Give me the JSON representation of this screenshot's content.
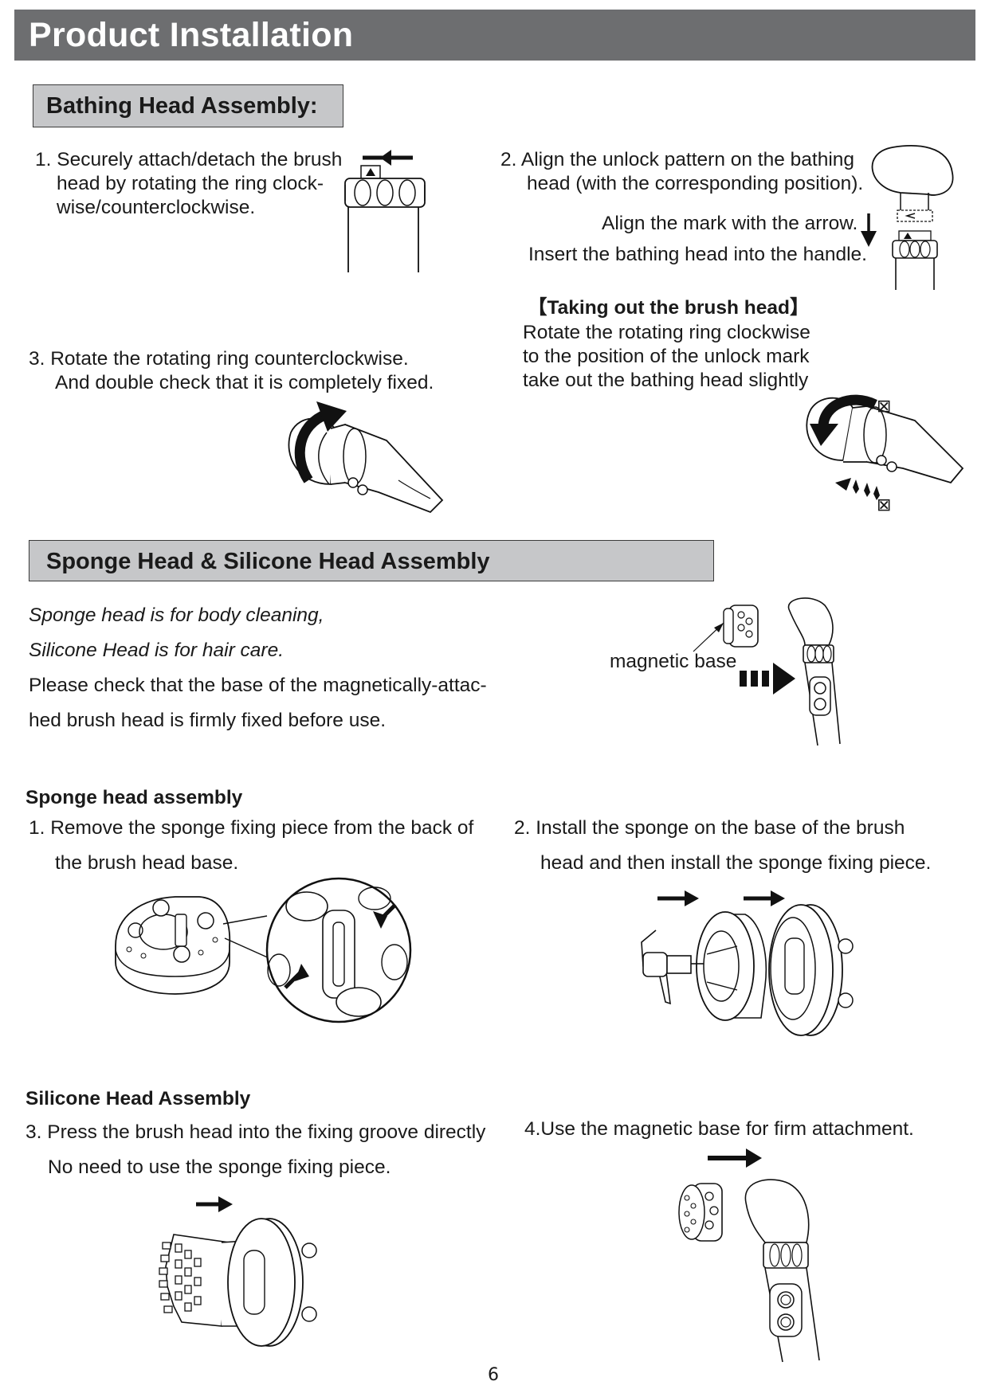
{
  "title": "Product Installation",
  "bathing": {
    "heading": "Bathing Head Assembly:",
    "step1": [
      "1. Securely attach/detach the brush",
      "head by rotating the ring clock-",
      "wise/counterclockwise."
    ],
    "step2": [
      "2.  Align the unlock pattern on the bathing",
      "head (with the corresponding position)."
    ],
    "align_mark": "Align the mark with the arrow.",
    "insert": "Insert the bathing head into the handle.",
    "step3": [
      "3.  Rotate the rotating ring counterclockwise.",
      "And double check that it is completely fixed."
    ],
    "taking_out": {
      "heading": "【Taking out the brush head】",
      "lines": [
        "Rotate the rotating ring clockwise",
        "to the position of the unlock mark",
        "take out the bathing head slightly"
      ]
    },
    "lock_mark_1": "⊠",
    "lock_mark_2": "⊠"
  },
  "sponge": {
    "heading": "Sponge Head & Silicone Head Assembly",
    "intro_italic": [
      "Sponge head is for body cleaning,",
      "Silicone Head is for hair care."
    ],
    "intro_normal": [
      "Please check that the base of the magnetically-attac-",
      "hed brush head is firmly fixed before use."
    ],
    "magnetic_label": "magnetic base",
    "sponge_sub": "Sponge head assembly",
    "sponge_step1": [
      "1.  Remove the sponge fixing piece from the back of",
      "the brush head base."
    ],
    "sponge_step2": [
      "2.  Install the sponge on the base of the brush",
      "head and then install the sponge fixing piece."
    ],
    "silicone_sub": "Silicone Head Assembly",
    "silicone_step3": [
      "3. Press the brush head into the fixing groove directly",
      "No need to use the sponge fixing piece."
    ],
    "silicone_step4": "4.Use the magnetic base for firm attachment."
  },
  "page_number": "6"
}
